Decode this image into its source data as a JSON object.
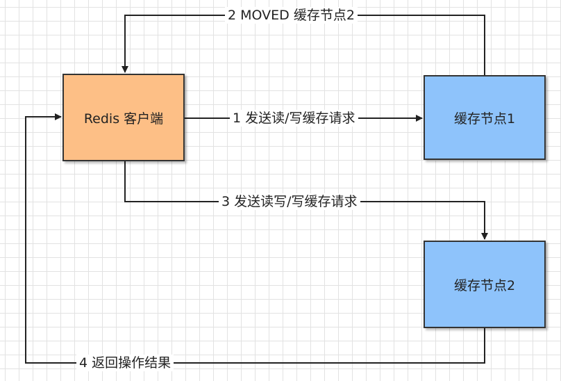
{
  "nodes": {
    "client": {
      "label": "Redis 客户端",
      "color": "#fdbf86"
    },
    "node1": {
      "label": "缓存节点1",
      "color": "#8ec3fb"
    },
    "node2": {
      "label": "缓存节点2",
      "color": "#8ec3fb"
    }
  },
  "edges": {
    "e1": "1 发送读/写缓存请求",
    "e2": "2 MOVED 缓存节点2",
    "e3": "3 发送读写/写缓存请求",
    "e4": "4 返回操作结果"
  }
}
